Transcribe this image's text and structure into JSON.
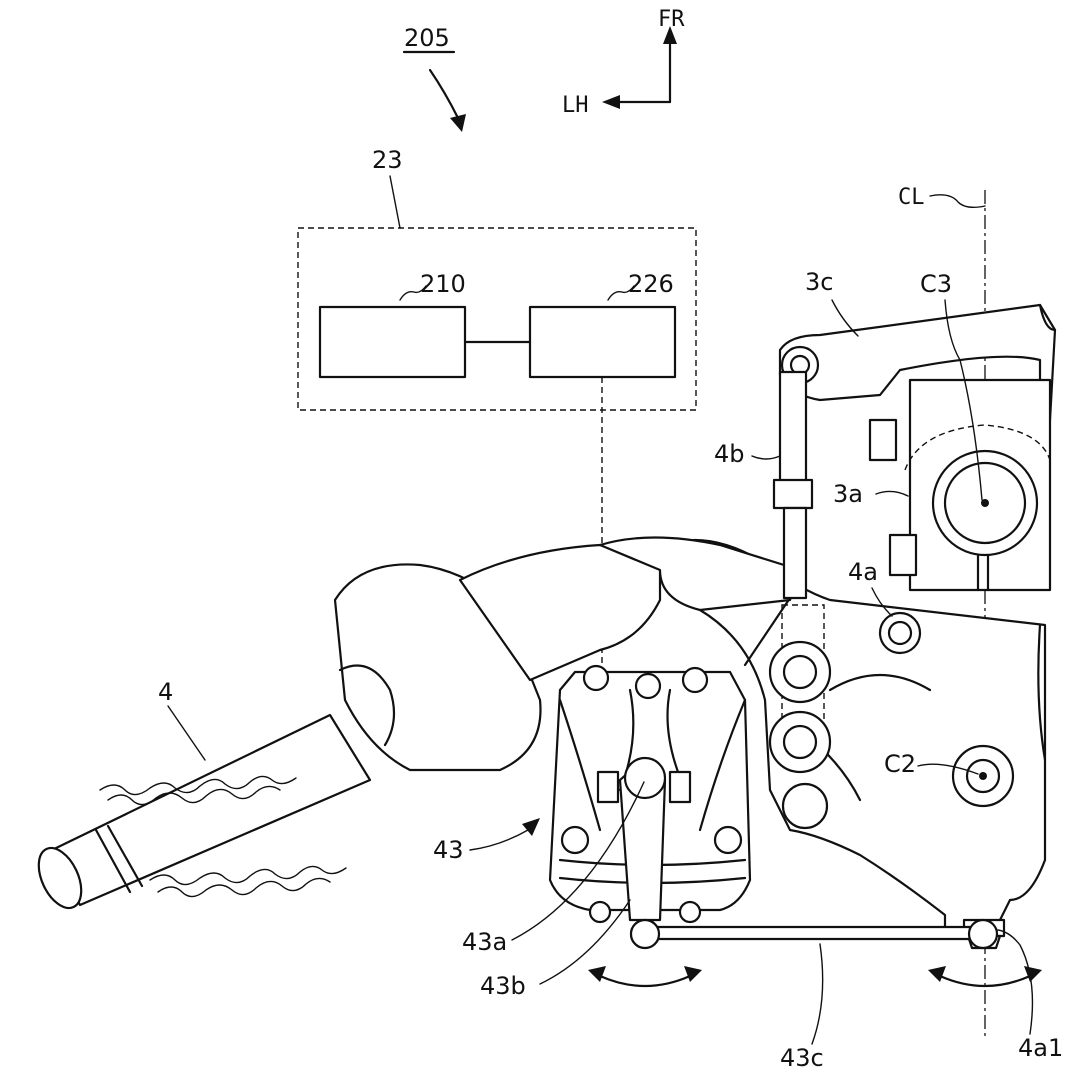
{
  "figure": {
    "number": "205",
    "direction": {
      "forward": "FR",
      "left": "LH"
    }
  },
  "control_box": {
    "label": "23",
    "block_a": "210",
    "block_b": "226"
  },
  "labels": {
    "handle": "4",
    "rod": "4b",
    "arm": "4a",
    "arm_tip": "4a1",
    "bracket_top": "3c",
    "clamp": "3a",
    "center_line": "CL",
    "pivot_c3": "C3",
    "pivot_c2": "C2",
    "actuator": "43",
    "actuator_shaft": "43a",
    "actuator_arm": "43b",
    "link_rod": "43c"
  },
  "colors": {
    "ink": "#111111",
    "paper": "#ffffff"
  }
}
